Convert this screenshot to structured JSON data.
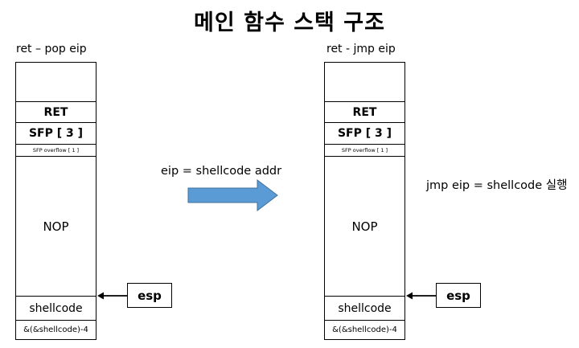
{
  "title": "메인 함수 스택 구조",
  "left_stack": {
    "heading": "ret – pop eip",
    "cells": {
      "ret": "RET",
      "sfp": "SFP [ 3 ]",
      "sfp_overflow": "SFP overflow [ 1 ]",
      "nop": "NOP",
      "shellcode": "shellcode",
      "addr": "&(&shellcode)-4"
    },
    "pointer_label": "esp"
  },
  "transition": {
    "caption": "eip = shellcode addr",
    "arrow_color": "#5B9BD5"
  },
  "right_stack": {
    "heading": "ret - jmp eip",
    "cells": {
      "ret": "RET",
      "sfp": "SFP [ 3 ]",
      "sfp_overflow": "SFP overflow [ 1 ]",
      "nop": "NOP",
      "shellcode": "shellcode",
      "addr": "&(&shellcode)-4"
    },
    "pointer_label": "esp",
    "note": "jmp eip = shellcode 실행"
  }
}
